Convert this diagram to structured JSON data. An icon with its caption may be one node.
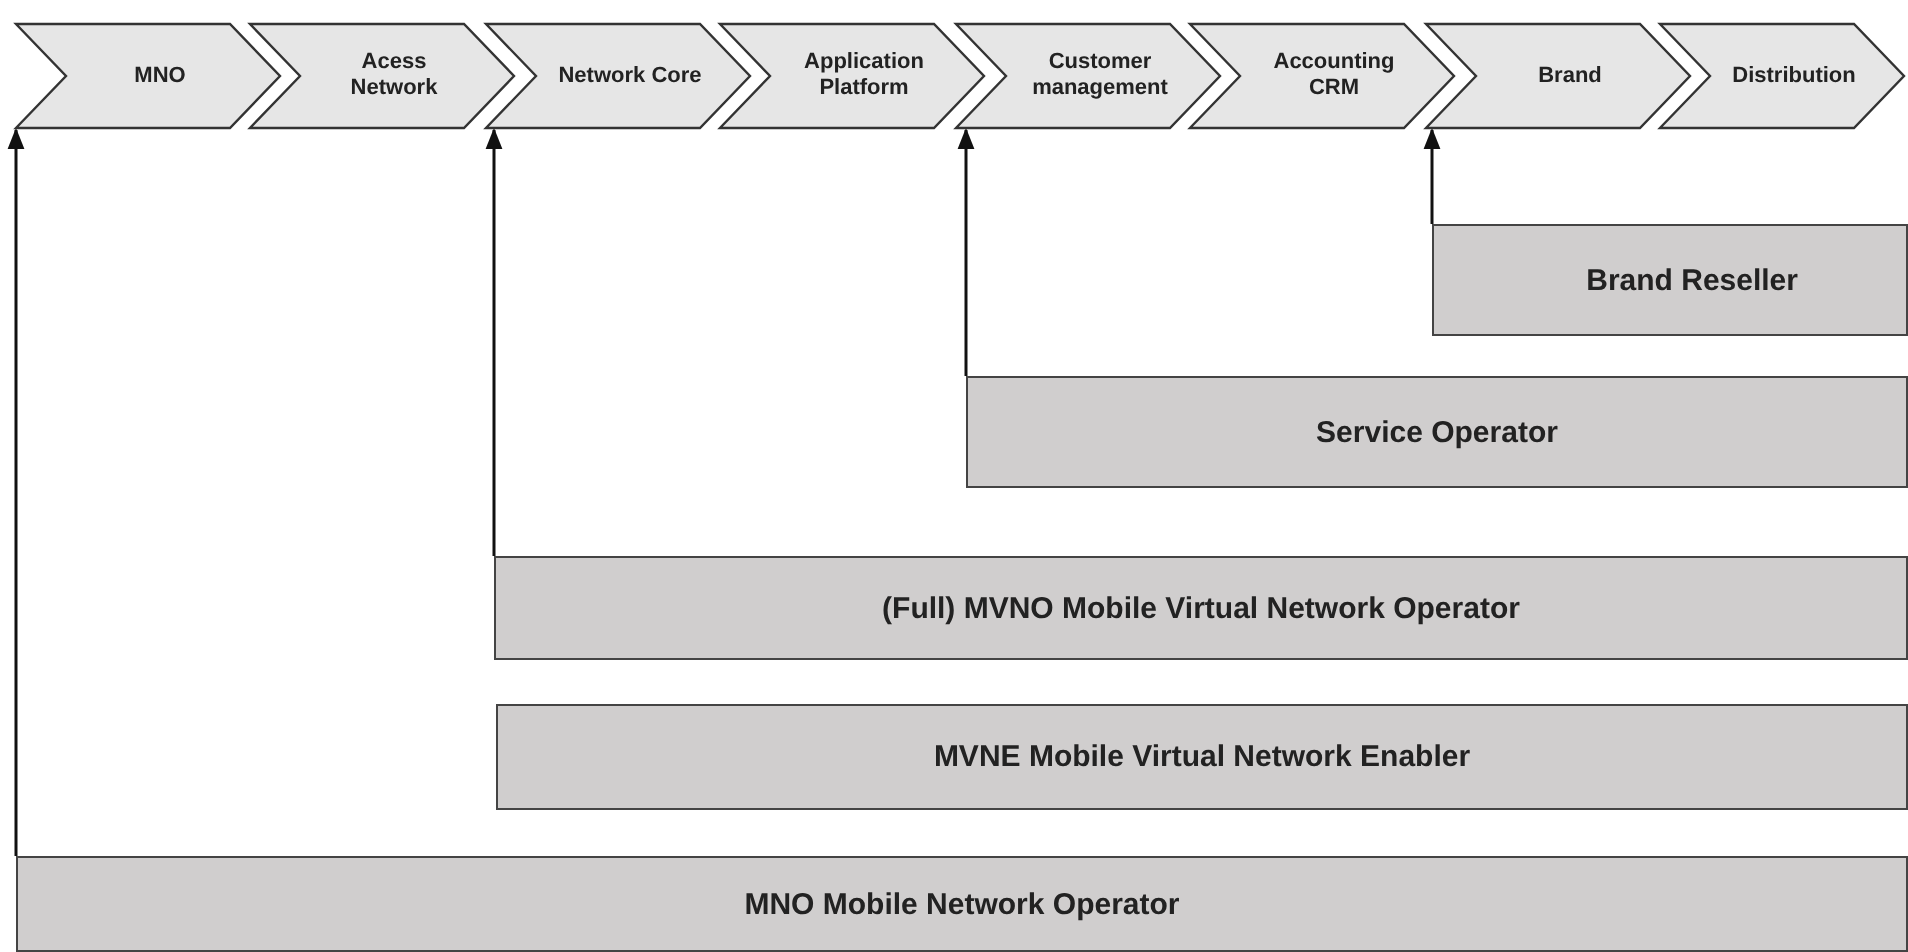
{
  "diagram": {
    "nodes": [
      {
        "text": [
          "MNO"
        ]
      },
      {
        "text": [
          "Acess Network"
        ]
      },
      {
        "text": [
          "Network Core"
        ]
      },
      {
        "text": [
          "Application Platform"
        ]
      },
      {
        "text": [
          "Customer management"
        ]
      },
      {
        "text": [
          "Accounting CRM"
        ]
      },
      {
        "text": [
          "Brand"
        ]
      },
      {
        "text": [
          "Distribution"
        ]
      },
      {
        "text": [
          "Brand Reseller"
        ]
      },
      {
        "text": [
          "Service Operator"
        ]
      },
      {
        "text": [
          "(Full) MVNO Mobile Virtual Network Operator"
        ]
      },
      {
        "text": [
          "MVNE Mobile Virtual Network Enabler"
        ]
      },
      {
        "text": [
          "MNO Mobile Network Operator"
        ]
      }
    ],
    "edges": [
      {
        "from": 8,
        "to": 6,
        "arrow": "to"
      },
      {
        "from": 9,
        "to": 4,
        "arrow": "to"
      },
      {
        "from": 10,
        "to": 2,
        "arrow": "to"
      },
      {
        "from": 12,
        "to": 0,
        "arrow": "to"
      }
    ]
  }
}
